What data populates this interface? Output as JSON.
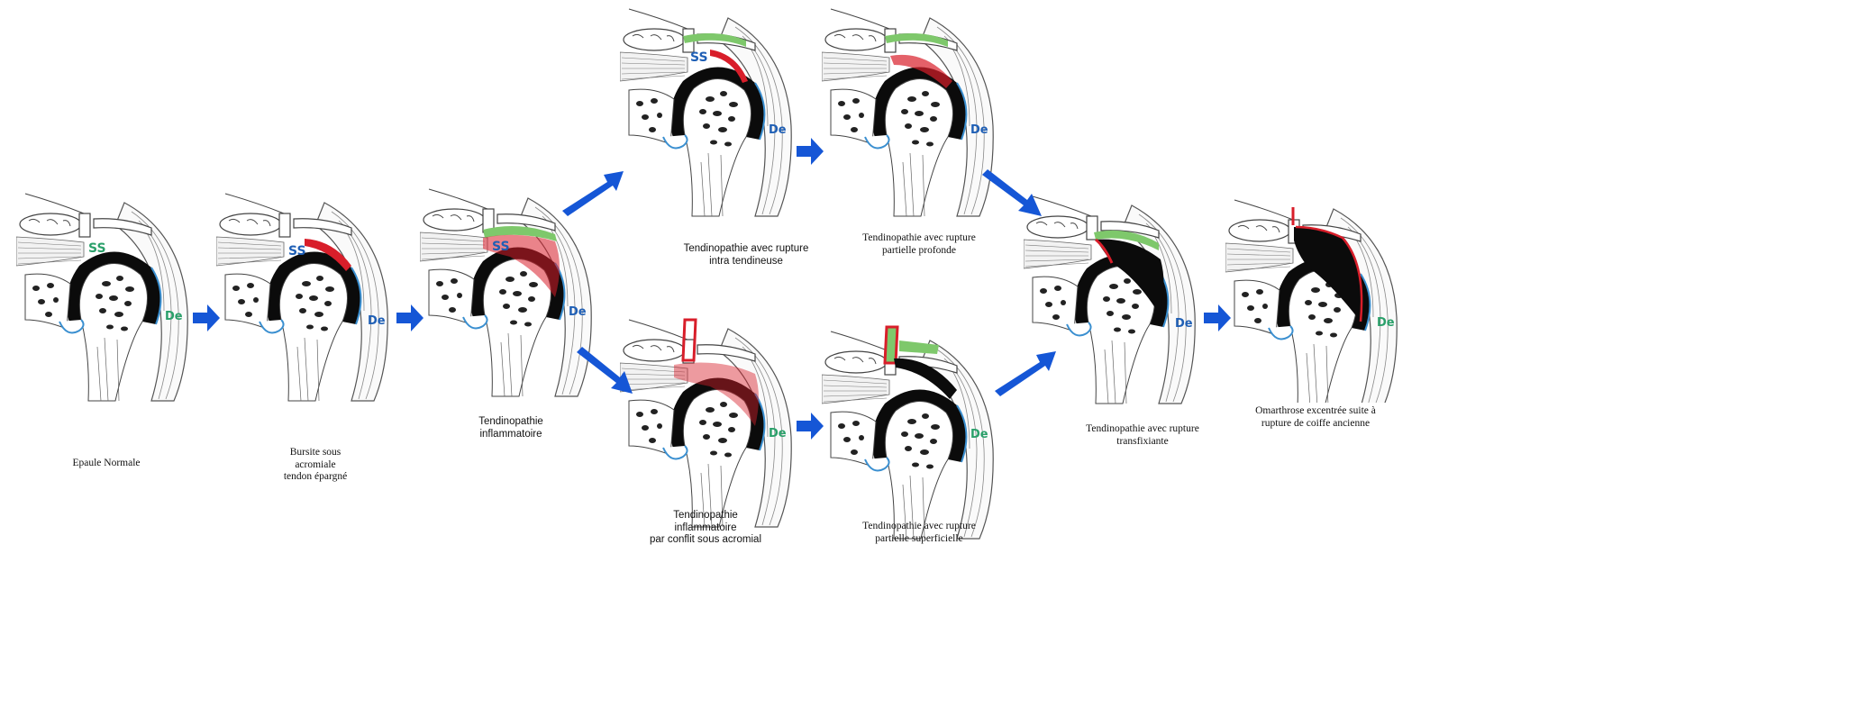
{
  "colors": {
    "arrow": "#1556d6",
    "bone_dark": "#0b0b0b",
    "ink": "#444444",
    "muscle_line": "#8a8a8a",
    "inflammation": "#d81e2a",
    "tendon_green": "#7ec86b",
    "cartilage_blue": "#3a8fd0",
    "label_ss_green": "#2aa06a",
    "label_blue": "#1f5fb5"
  },
  "labels": {
    "supraspinatus": "SS",
    "deltoid": "De"
  },
  "stages": [
    {
      "id": "normal",
      "caption": [
        "Epaule Normale"
      ]
    },
    {
      "id": "bursitis",
      "caption": [
        "Bursite sous",
        "acromiale",
        "tendon épargné"
      ]
    },
    {
      "id": "inflammatory",
      "caption": [
        "Tendinopathie",
        "inflammatoire"
      ]
    },
    {
      "id": "intra-tendinous",
      "caption": [
        "Tendinopathie avec rupture",
        "intra tendineuse"
      ]
    },
    {
      "id": "partial-deep",
      "caption": [
        "Tendinopathie avec rupture",
        "partielle profonde"
      ]
    },
    {
      "id": "impingement",
      "caption": [
        "Tendinopathie",
        "inflammatoire",
        "par conflit sous acromial"
      ]
    },
    {
      "id": "partial-superficial",
      "caption": [
        "Tendinopathie avec rupture",
        "partielle superficielle"
      ]
    },
    {
      "id": "transfixing",
      "caption": [
        "Tendinopathie avec rupture",
        "transfixiante"
      ]
    },
    {
      "id": "omarthrosis",
      "caption": [
        "Omarthrose excentrée suite à",
        "rupture de coiffe ancienne"
      ]
    }
  ]
}
